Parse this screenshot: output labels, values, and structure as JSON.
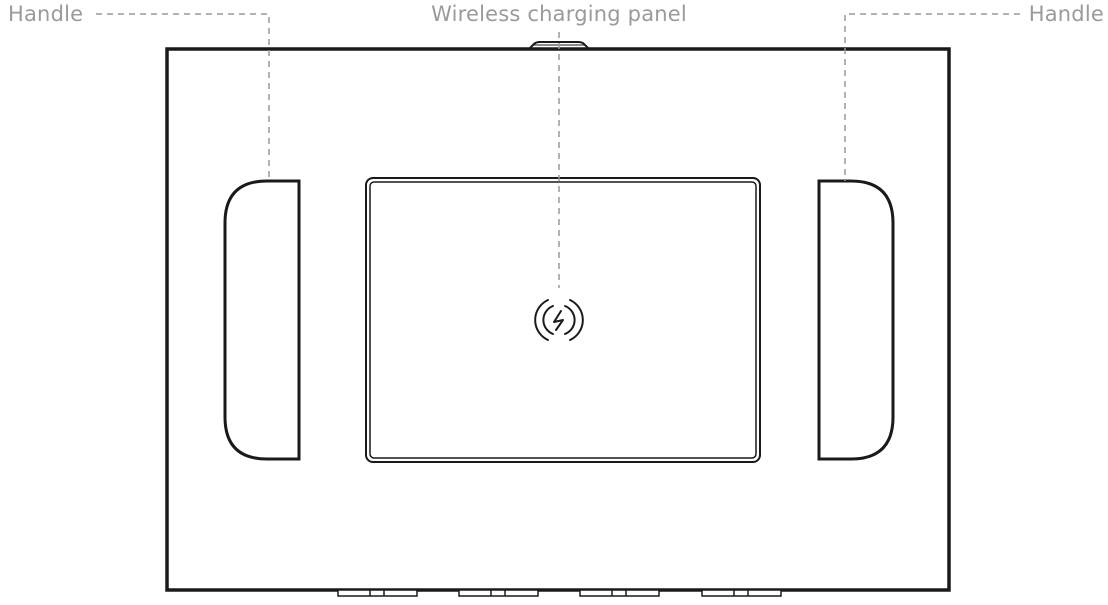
{
  "callouts": {
    "handle_left": "Handle",
    "charging_panel": "Wireless charging panel",
    "handle_right": "Handle"
  },
  "colors": {
    "outline": "#1a1a1a",
    "leader": "#9a9a9a",
    "label": "#9a9a9a"
  },
  "icons": {
    "panel_symbol": "wireless-charging-icon"
  }
}
